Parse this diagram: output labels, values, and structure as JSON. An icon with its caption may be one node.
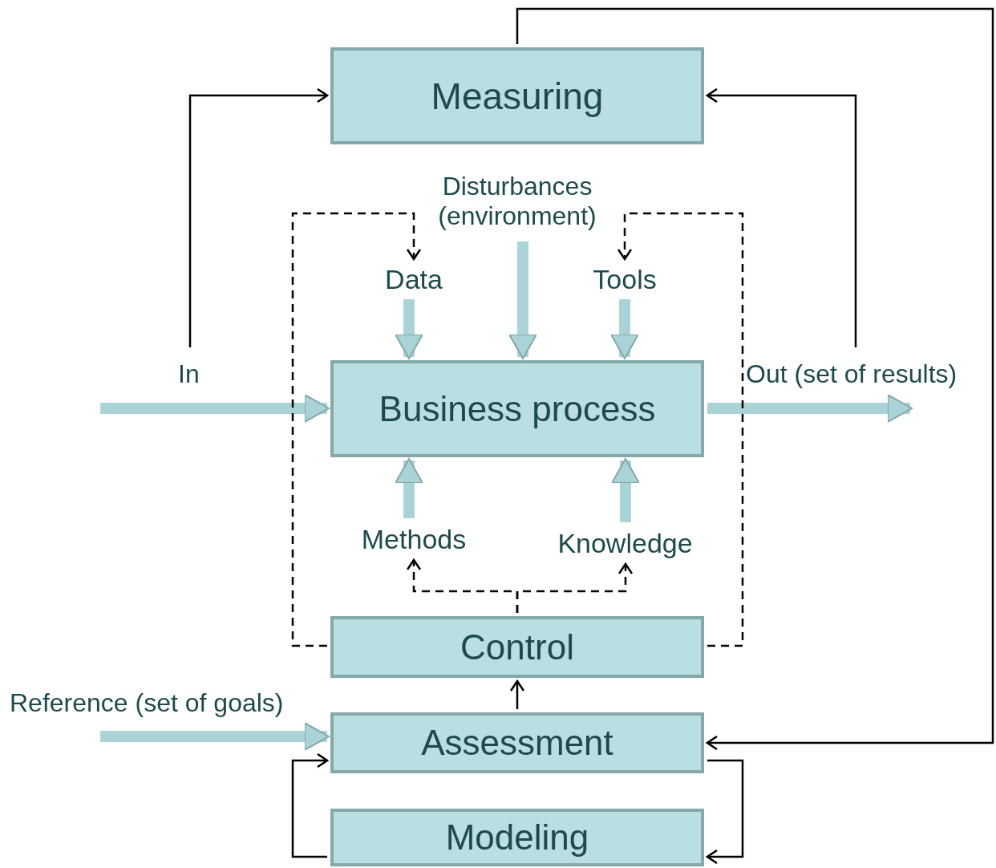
{
  "diagram": {
    "nodes": [
      {
        "text": [
          "Measuring"
        ]
      },
      {
        "text": [
          "Disturbances (environment)"
        ]
      },
      {
        "text": [
          "Data"
        ]
      },
      {
        "text": [
          "Tools"
        ]
      },
      {
        "text": [
          "Business process"
        ]
      },
      {
        "text": [
          "Methods"
        ]
      },
      {
        "text": [
          "Knowledge"
        ]
      },
      {
        "text": [
          "Control"
        ]
      },
      {
        "text": [
          "Assessment"
        ]
      },
      {
        "text": [
          "Modeling"
        ]
      }
    ],
    "edges": [
      {
        "from": null,
        "to": 4,
        "arrow": "to",
        "label": "In",
        "style": "thick",
        "color": "#a9d3d6"
      },
      {
        "from": null,
        "to": 0,
        "arrow": "to"
      },
      {
        "from": 1,
        "to": 4,
        "arrow": "to",
        "style": "thick",
        "color": "#a9d3d6"
      },
      {
        "from": 2,
        "to": 4,
        "arrow": "to",
        "style": "thick",
        "color": "#a9d3d6"
      },
      {
        "from": 3,
        "to": 4,
        "arrow": "to",
        "style": "thick",
        "color": "#a9d3d6"
      },
      {
        "from": 4,
        "to": null,
        "arrow": "to",
        "label": "Out (set of results)",
        "style": "thick",
        "color": "#a9d3d6"
      },
      {
        "from": null,
        "to": 0,
        "arrow": "to"
      },
      {
        "from": 5,
        "to": 4,
        "arrow": "to",
        "style": "thick",
        "color": "#a9d3d6"
      },
      {
        "from": 6,
        "to": 4,
        "arrow": "to",
        "style": "thick",
        "color": "#a9d3d6"
      },
      {
        "from": 7,
        "to": 2,
        "arrow": "to",
        "style": "dashed"
      },
      {
        "from": 7,
        "to": 3,
        "arrow": "to",
        "style": "dashed"
      },
      {
        "from": 7,
        "to": 5,
        "arrow": "to",
        "style": "dashed"
      },
      {
        "from": 7,
        "to": 6,
        "arrow": "to",
        "style": "dashed"
      },
      {
        "from": 8,
        "to": 7,
        "arrow": "to"
      },
      {
        "from": null,
        "to": 8,
        "arrow": "to",
        "label": "Reference (set of goals)",
        "style": "thick",
        "color": "#a9d3d6"
      },
      {
        "from": 0,
        "to": 8,
        "arrow": "to"
      },
      {
        "from": 9,
        "to": 8,
        "arrow": "to"
      },
      {
        "from": 8,
        "to": 9,
        "arrow": "to"
      }
    ]
  }
}
